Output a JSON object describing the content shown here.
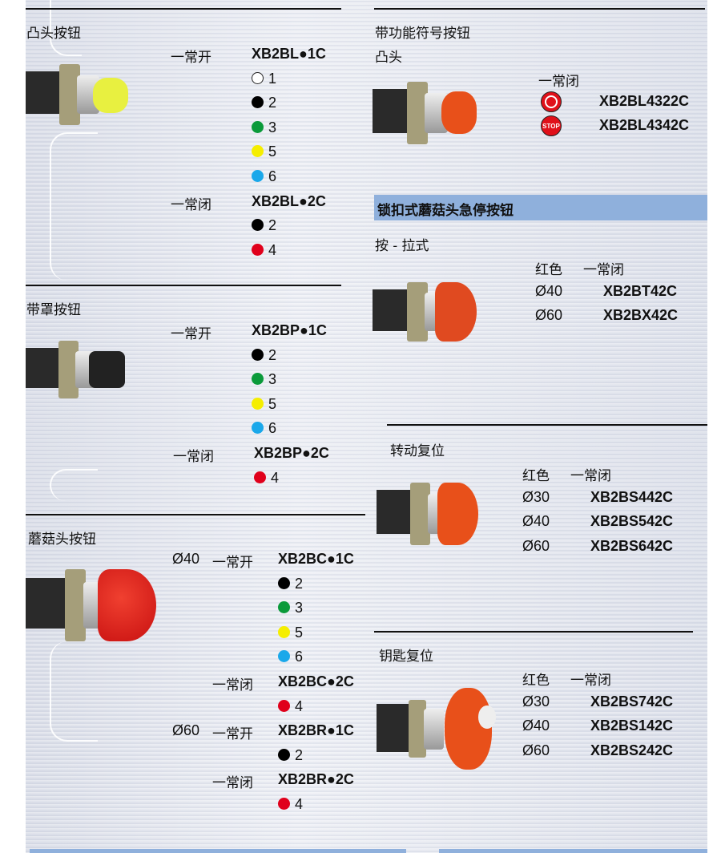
{
  "left_sections": [
    {
      "title": "凸头按钮",
      "rows": [
        {
          "label": "一常开",
          "code": "XB2BL●1C"
        },
        {
          "num": "1",
          "color": "#ffffff"
        },
        {
          "num": "2",
          "color": "#000000"
        },
        {
          "num": "3",
          "color": "#0a9a3a"
        },
        {
          "num": "5",
          "color": "#f5ee00"
        },
        {
          "num": "6",
          "color": "#1aa8ea"
        },
        {
          "label": "一常闭",
          "code": "XB2BL●2C"
        },
        {
          "num": "2",
          "color": "#000000"
        },
        {
          "num": "4",
          "color": "#e0001b"
        }
      ]
    },
    {
      "title": "带罩按钮",
      "rows": [
        {
          "label": "一常开",
          "code": "XB2BP●1C"
        },
        {
          "num": "2",
          "color": "#000000"
        },
        {
          "num": "3",
          "color": "#0a9a3a"
        },
        {
          "num": "5",
          "color": "#f5ee00"
        },
        {
          "num": "6",
          "color": "#1aa8ea"
        },
        {
          "label": "一常闭",
          "code": "XB2BP●2C"
        },
        {
          "num": "4",
          "color": "#e0001b"
        }
      ]
    },
    {
      "title": "蘑菇头按钮",
      "rows": [
        {
          "dia": "Ø40",
          "label": "一常开",
          "code": "XB2BC●1C"
        },
        {
          "num": "2",
          "color": "#000000"
        },
        {
          "num": "3",
          "color": "#0a9a3a"
        },
        {
          "num": "5",
          "color": "#f5ee00"
        },
        {
          "num": "6",
          "color": "#1aa8ea"
        },
        {
          "label": "一常闭",
          "code": "XB2BC●2C"
        },
        {
          "num": "4",
          "color": "#e0001b"
        },
        {
          "dia": "Ø60",
          "label": "一常开",
          "code": "XB2BR●1C"
        },
        {
          "num": "2",
          "color": "#000000"
        },
        {
          "label": "一常闭",
          "code": "XB2BR●2C"
        },
        {
          "num": "4",
          "color": "#e0001b"
        }
      ]
    }
  ],
  "symbol_section": {
    "title": "带功能符号按钮",
    "subtitle": "凸头",
    "header": "一常闭",
    "rows": [
      {
        "symbol": "power-off-ring",
        "code": "XB2BL4322C"
      },
      {
        "symbol": "STOP",
        "code": "XB2BL4342C"
      }
    ]
  },
  "band_title": "锁扣式蘑菇头急停按钮",
  "estop": [
    {
      "title": "按 - 拉式",
      "color_label": "红色",
      "contact": "一常闭",
      "rows": [
        {
          "dia": "Ø40",
          "code": "XB2BT42C"
        },
        {
          "dia": "Ø60",
          "code": "XB2BX42C"
        }
      ]
    },
    {
      "title": "转动复位",
      "color_label": "红色",
      "contact": "一常闭",
      "rows": [
        {
          "dia": "Ø30",
          "code": "XB2BS442C"
        },
        {
          "dia": "Ø40",
          "code": "XB2BS542C"
        },
        {
          "dia": "Ø60",
          "code": "XB2BS642C"
        }
      ]
    },
    {
      "title": "钥匙复位",
      "color_label": "红色",
      "contact": "一常闭",
      "rows": [
        {
          "dia": "Ø30",
          "code": "XB2BS742C"
        },
        {
          "dia": "Ø40",
          "code": "XB2BS142C"
        },
        {
          "dia": "Ø60",
          "code": "XB2BS242C"
        }
      ]
    }
  ],
  "colors": {
    "band": "#8fb0dc",
    "red": "#e0001b",
    "orange": "#e8501a",
    "yellow": "#e8f040"
  }
}
